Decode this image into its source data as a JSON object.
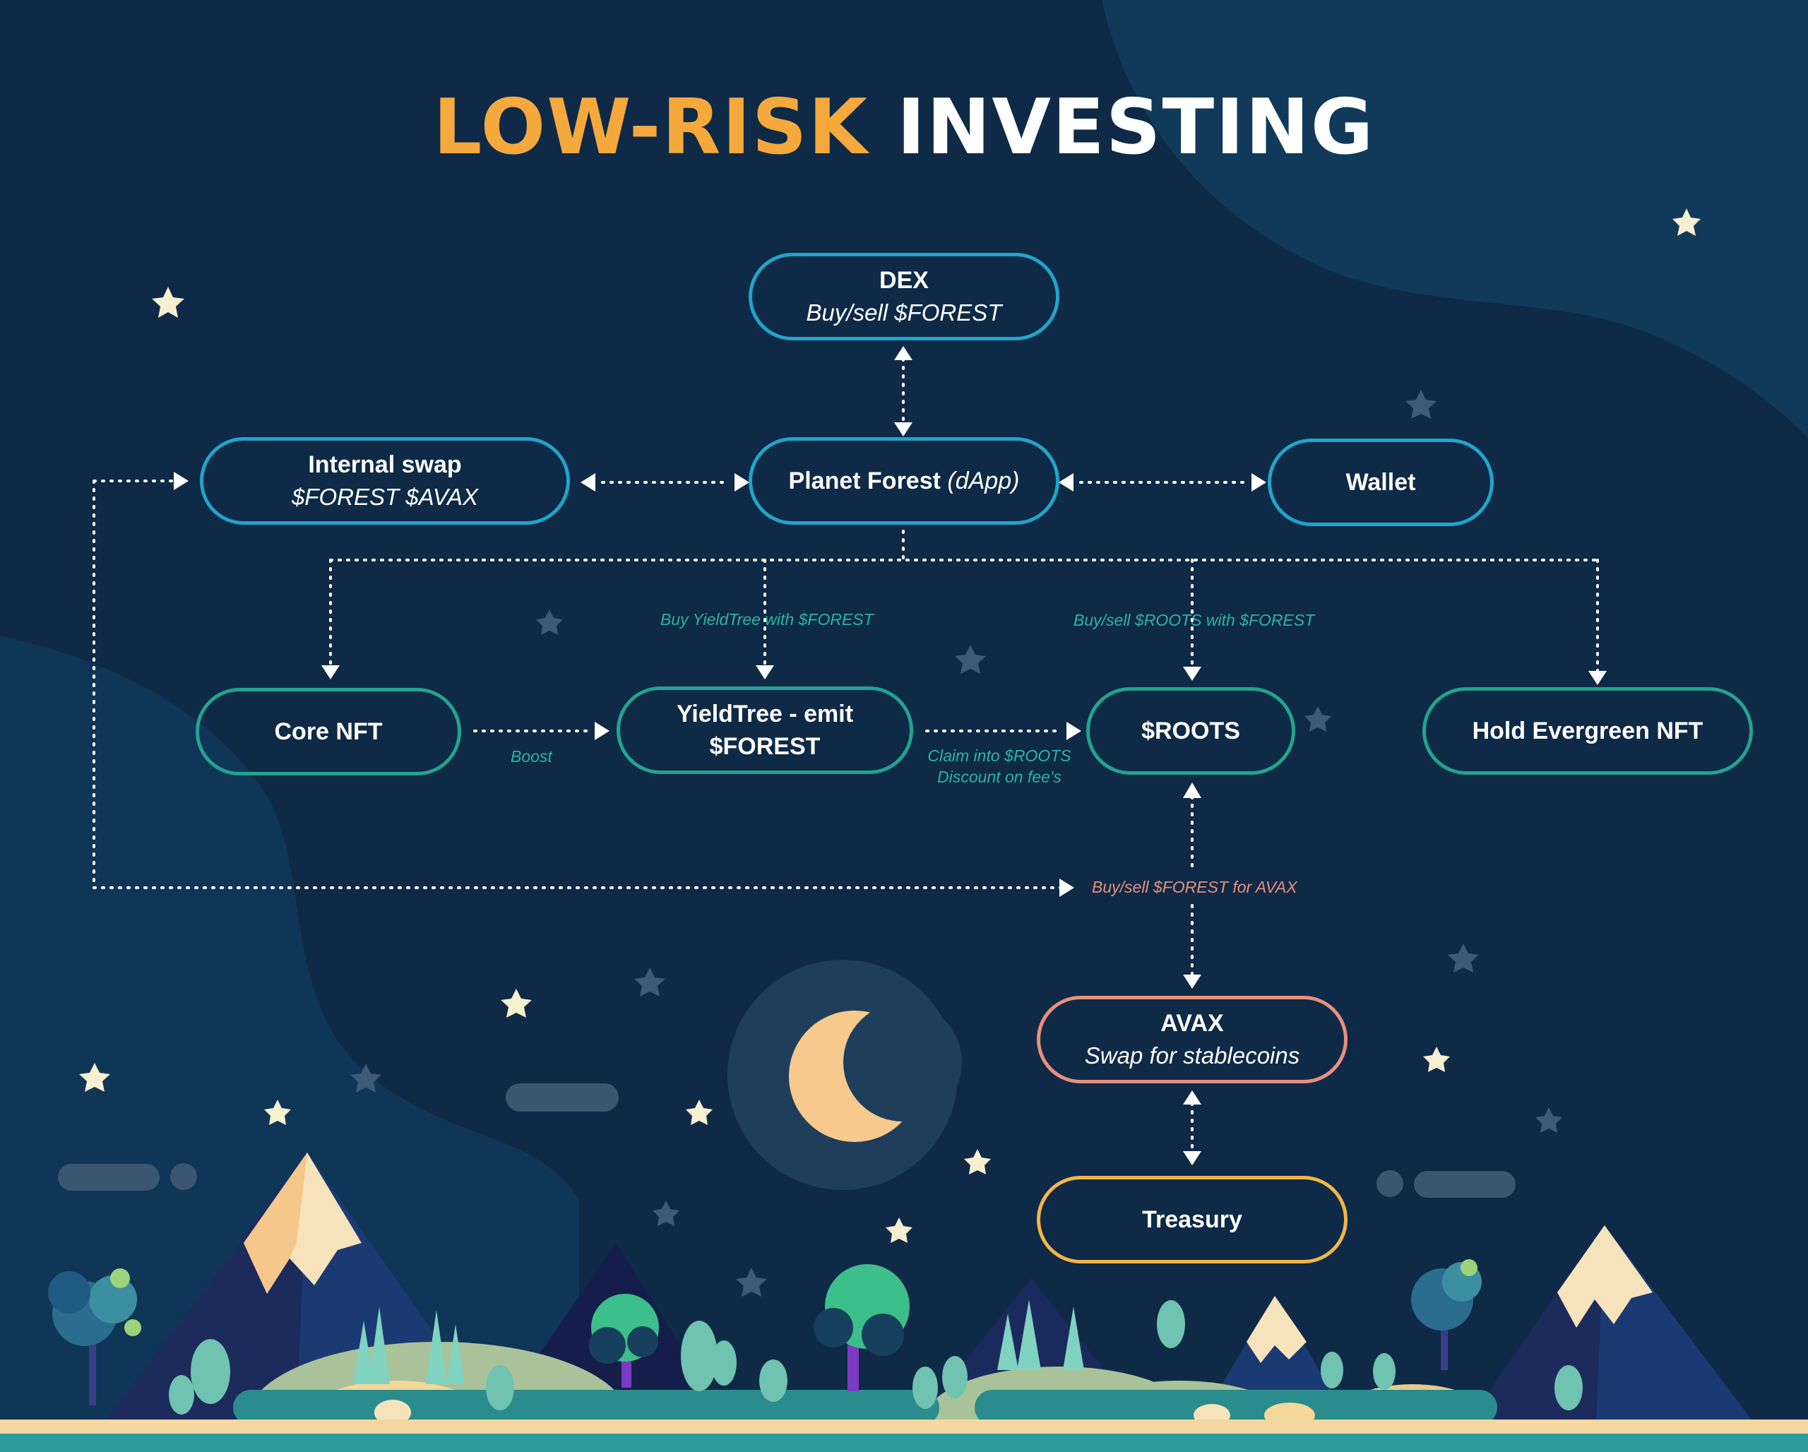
{
  "title": {
    "accent": "LOW-RISK",
    "rest": "INVESTING"
  },
  "nodes": {
    "dex": {
      "title": "DEX",
      "subtitle": "Buy/sell $FOREST"
    },
    "internal_swap": {
      "title": "Internal swap",
      "subtitle": "$FOREST $AVAX"
    },
    "planet_forest": {
      "title": "Planet Forest",
      "subtitle": "(dApp)"
    },
    "wallet": {
      "title": "Wallet"
    },
    "core_nft": {
      "title": "Core NFT"
    },
    "yieldtree": {
      "title": "YieldTree - emit",
      "subtitle": "$FOREST"
    },
    "roots": {
      "title": "$ROOTS"
    },
    "hold_evergreen": {
      "title": "Hold Evergreen NFT"
    },
    "avax": {
      "title": "AVAX",
      "subtitle": "Swap for stablecoins"
    },
    "treasury": {
      "title": "Treasury"
    }
  },
  "edge_labels": {
    "buy_yieldtree": "Buy YieldTree with $FOREST",
    "buy_sell_roots": "Buy/sell $ROOTS with $FOREST",
    "boost": "Boost",
    "claim_line1": "Claim into $ROOTS",
    "claim_line2": "Discount on fee's",
    "buy_sell_forest_avax": "Buy/sell $FOREST for AVAX"
  },
  "colors": {
    "background": "#0e2a47",
    "title_accent": "#f5a93c",
    "border_blue": "#22a4c9",
    "border_teal": "#22a392",
    "border_salmon": "#e8907d",
    "border_gold": "#f2b647",
    "label_teal": "#2cb3a5",
    "moon": "#f7c98c"
  }
}
